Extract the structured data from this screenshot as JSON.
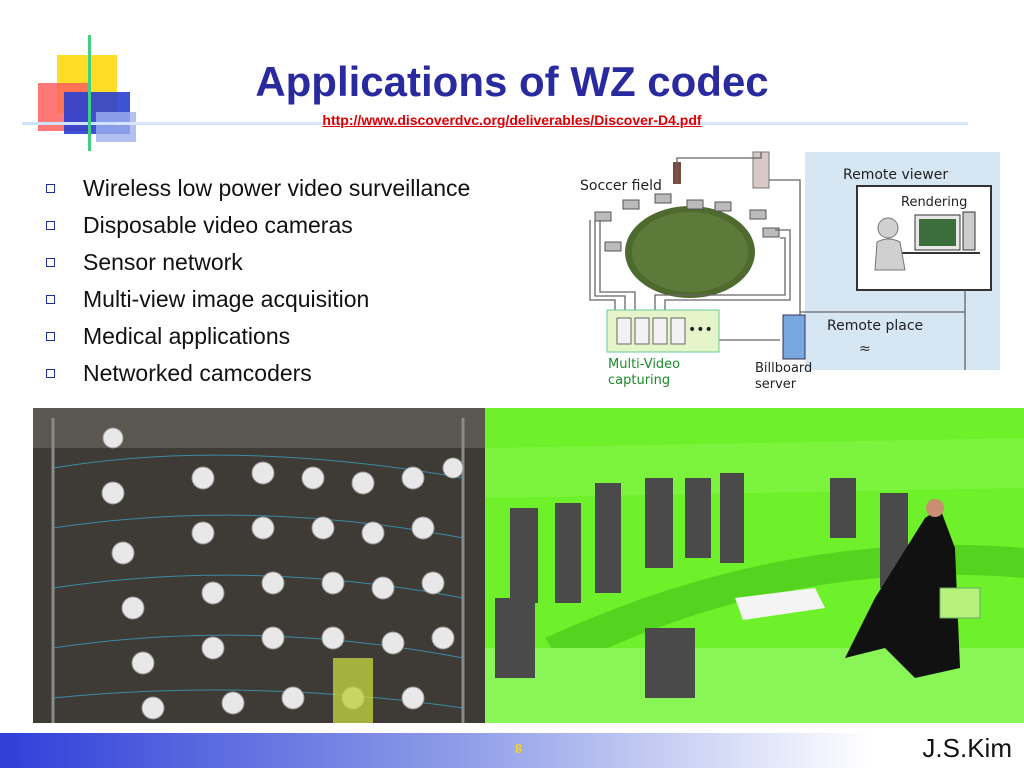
{
  "slide": {
    "title": "Applications of WZ codec",
    "subtitle_link": "http://www.discoverdvc.org/deliverables/Discover-D4.pdf",
    "bullets": [
      "Wireless low power video surveillance",
      "Disposable video cameras",
      "Sensor network",
      "Multi-view image acquisition",
      "Medical applications",
      "Networked camcoders"
    ],
    "diagram": {
      "soccer_field": "Soccer field",
      "remote_viewer": "Remote viewer",
      "rendering": "Rendering",
      "remote_place": "Remote place",
      "multi_video_1": "Multi-Video",
      "multi_video_2": "capturing",
      "billboard_1": "Billboard",
      "billboard_2": "server"
    },
    "page_number": "8",
    "author": "J.S.Kim"
  },
  "colors": {
    "title": "#2a2aa0",
    "link": "#e00000",
    "footer_start": "#2f3fd8",
    "green_screen": "#6ef02a"
  }
}
